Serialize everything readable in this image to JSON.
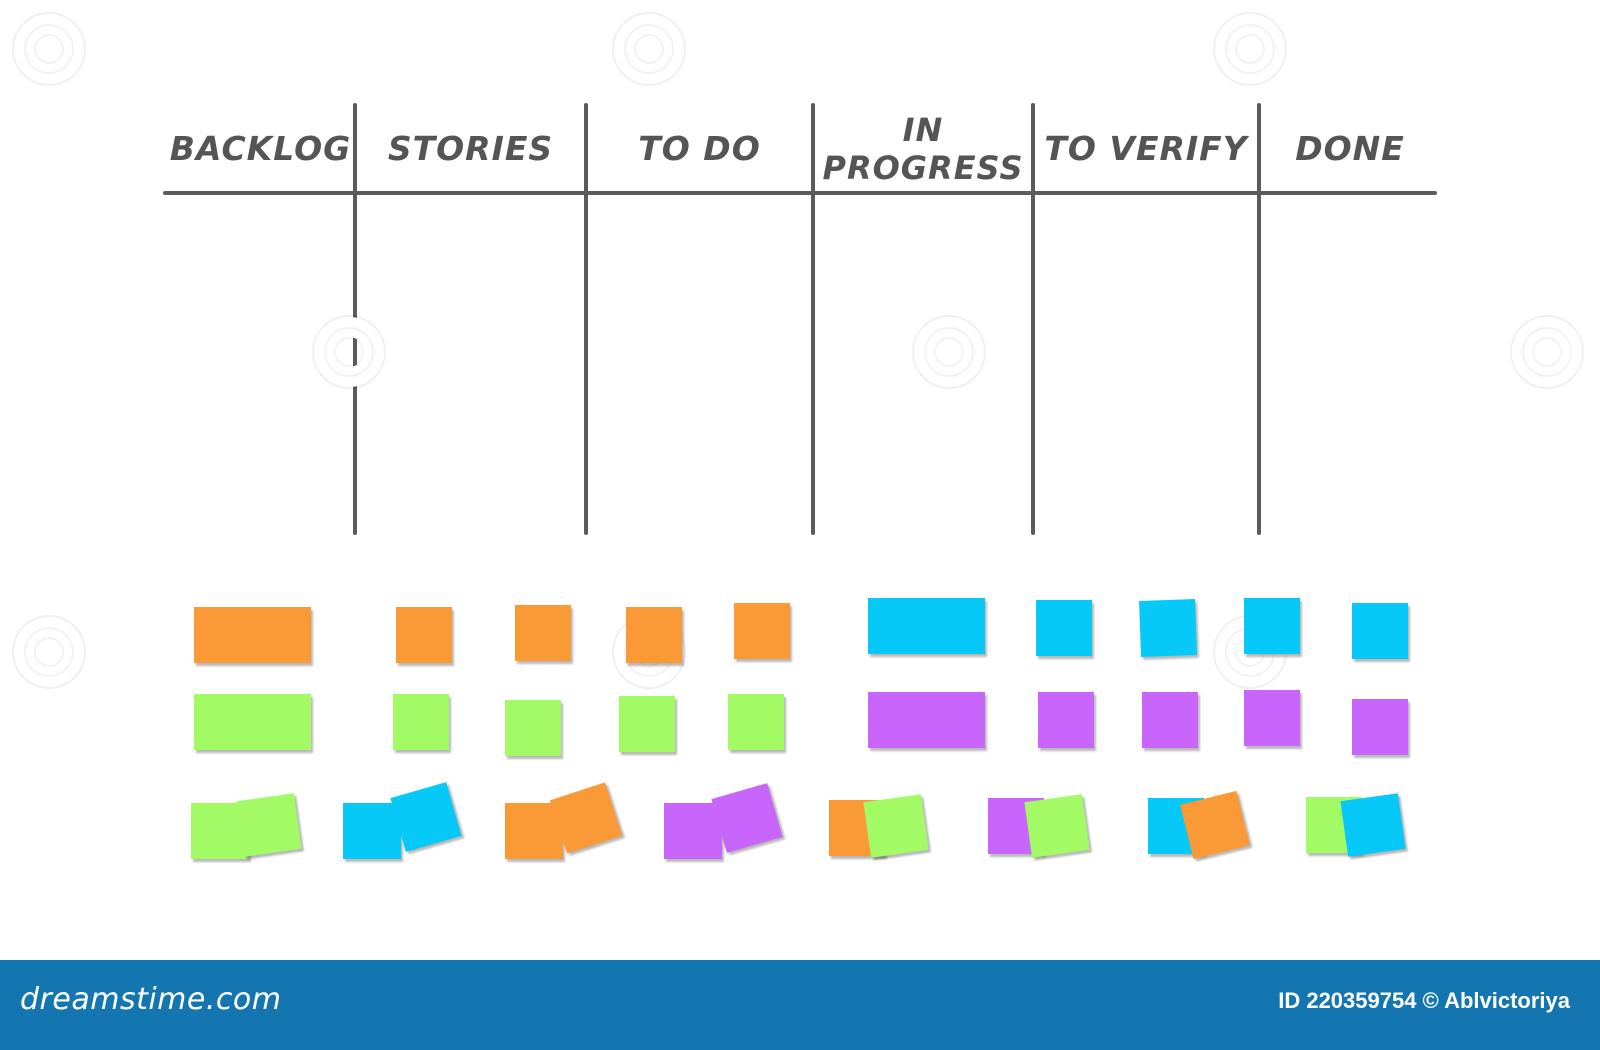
{
  "board": {
    "columns": [
      "BACKLOG",
      "STORIES",
      "TO DO",
      "IN\nPROGRESS",
      "TO VERIFY",
      "DONE"
    ]
  },
  "colors": {
    "orange": "#fa9a36",
    "green": "#a2fb64",
    "blue": "#06c9f7",
    "purple": "#c865fa",
    "line": "#5b5b5b"
  },
  "footer": {
    "brand": "dreamstime.com",
    "credit": "ID 220359754 © Ablvictoriya"
  }
}
